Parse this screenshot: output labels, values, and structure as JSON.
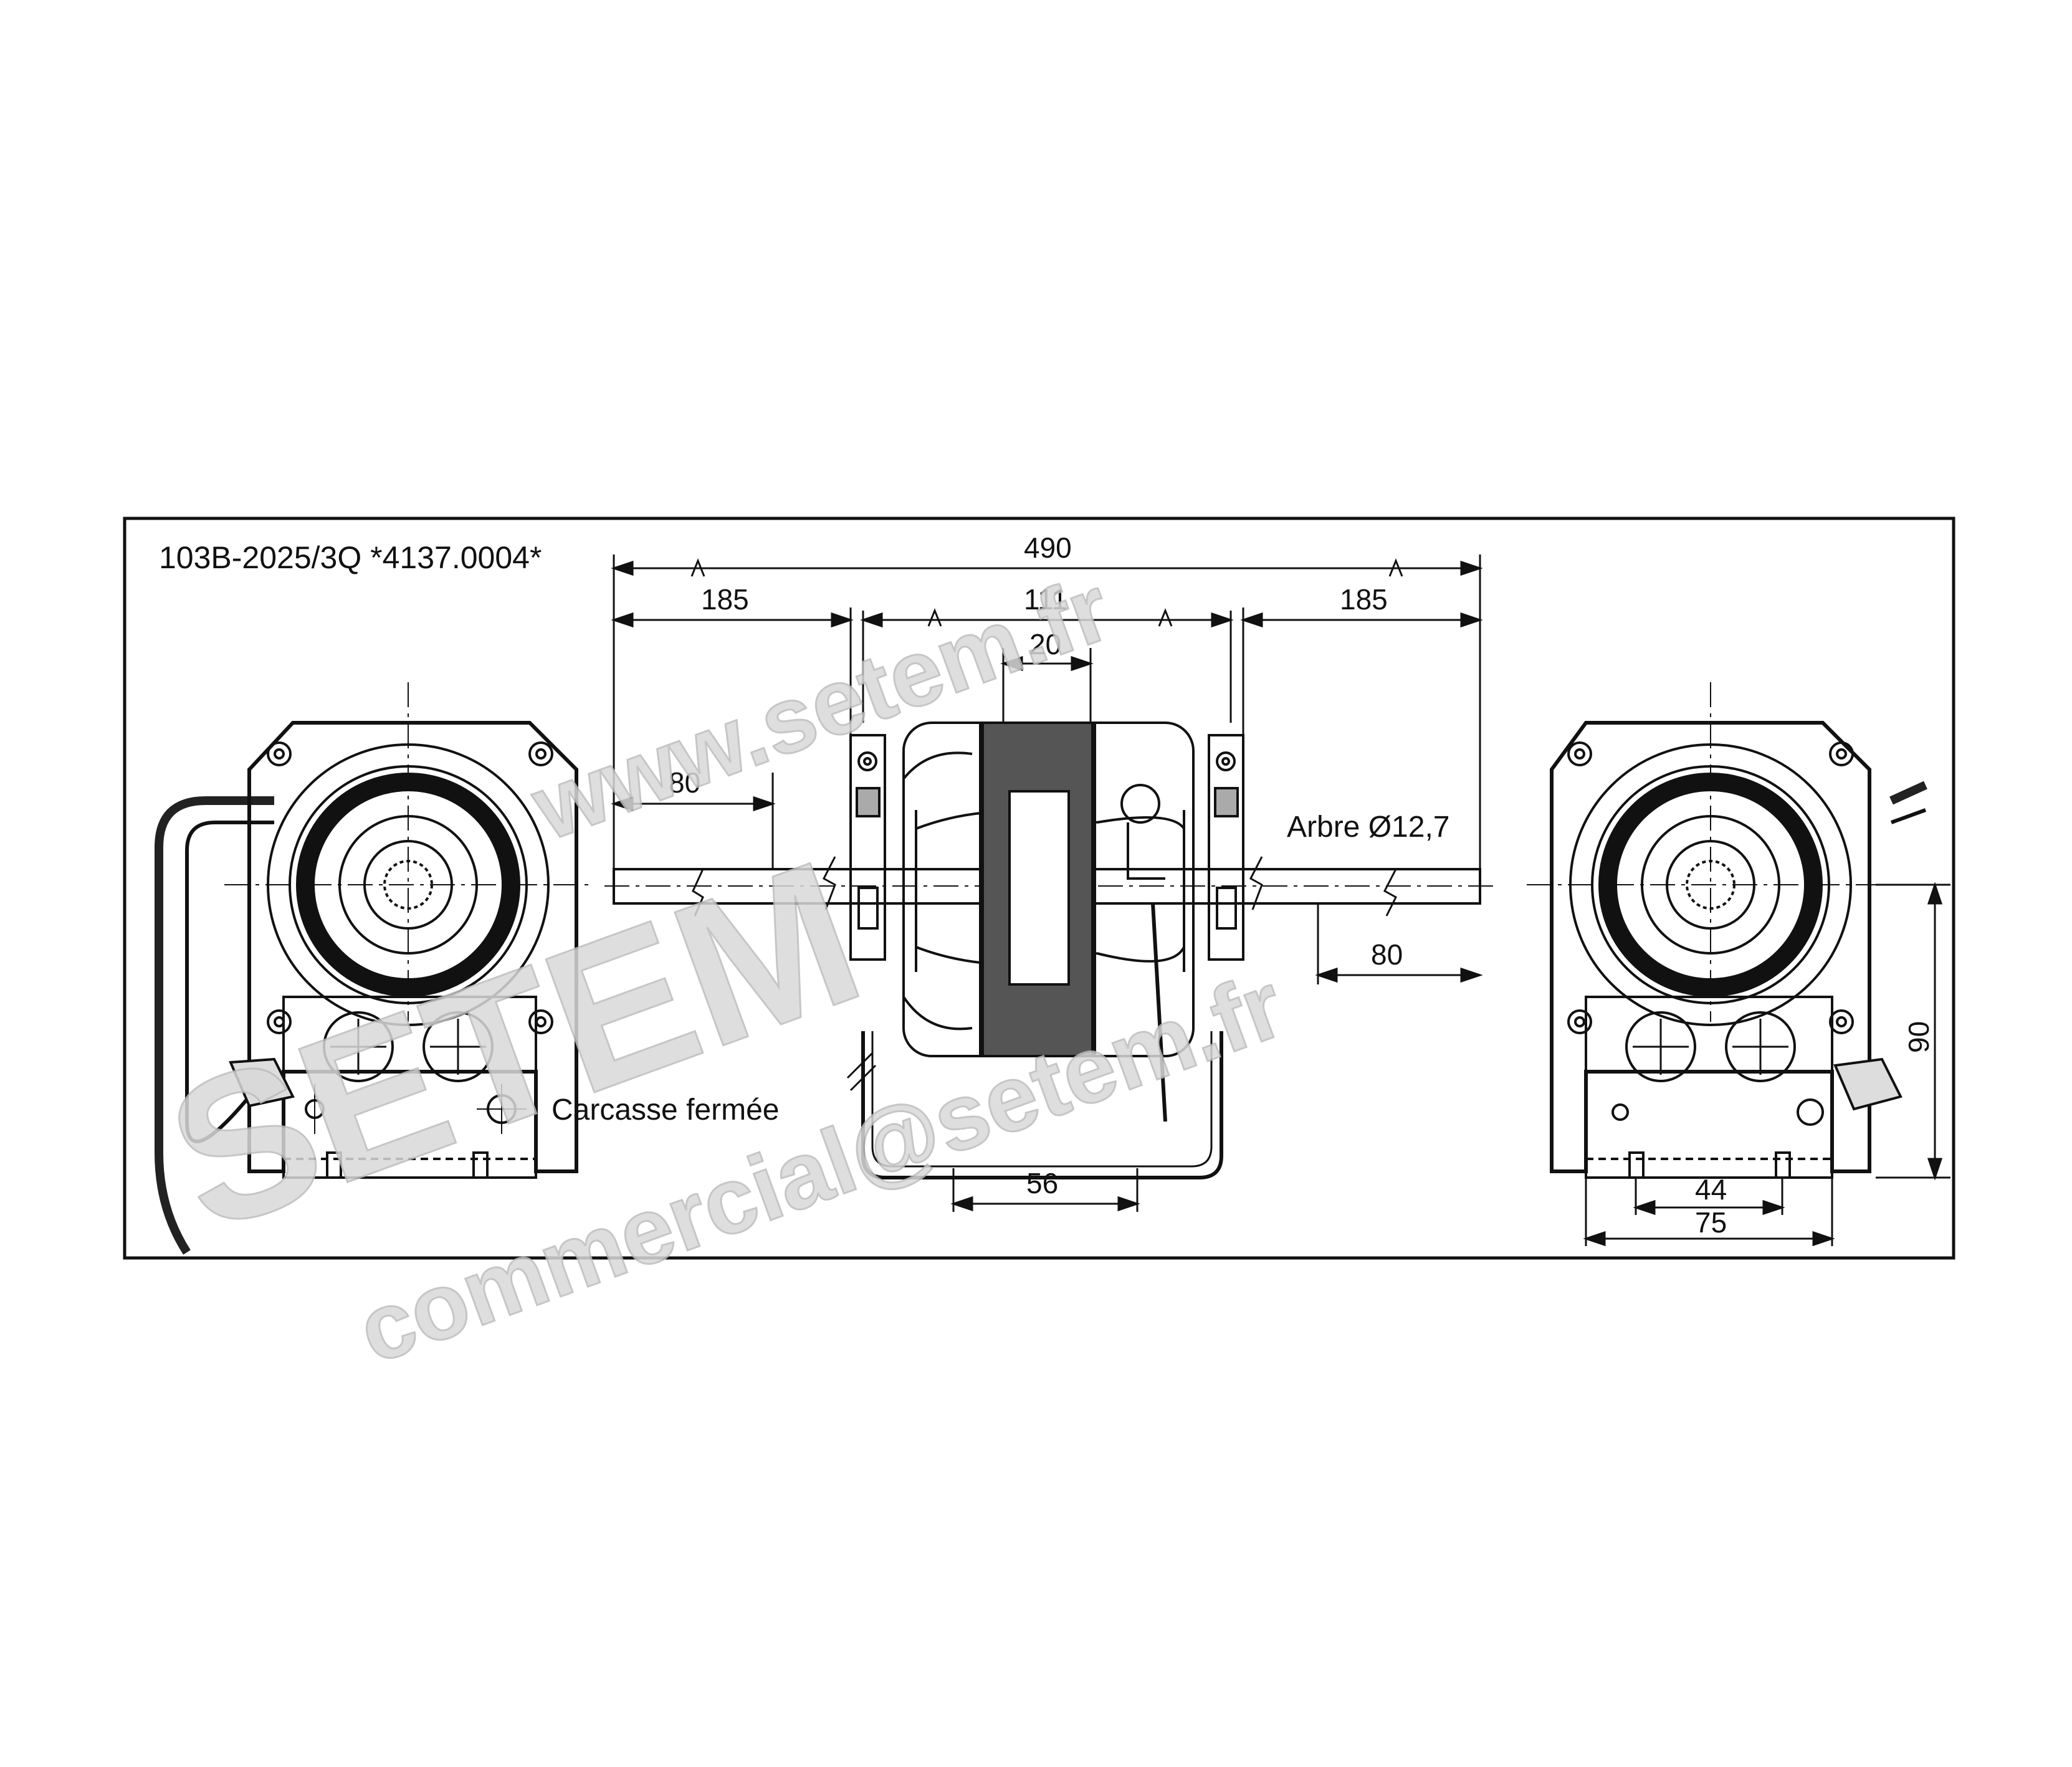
{
  "title": "103B-2025/3Q *4137.0004*",
  "dimensions": {
    "total_length": "490",
    "left_shaft": "185",
    "body_width": "111",
    "stack_width": "20",
    "right_shaft": "185",
    "left_flat": "80",
    "right_flat": "80",
    "bracket_width": "56",
    "height": "90",
    "hole_spacing": "44",
    "base_width": "75"
  },
  "labels": {
    "shaft": "Arbre Ø12,7",
    "housing": "Carcasse fermée"
  },
  "watermark": {
    "website": "www.setem.fr",
    "brand": "SETEM",
    "email": "commercial@setem.fr"
  }
}
